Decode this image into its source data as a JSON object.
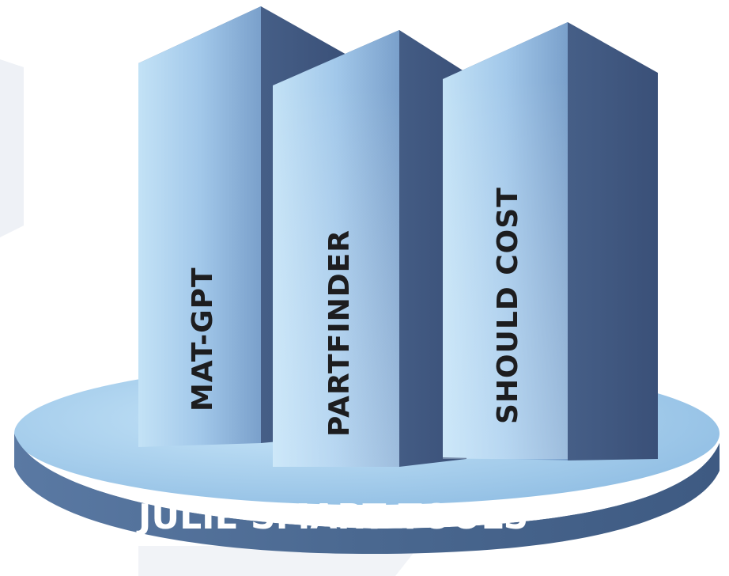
{
  "diagram": {
    "pillars": [
      {
        "id": "mat-gpt",
        "label": "MAT-GPT"
      },
      {
        "id": "partfinder",
        "label": "PARTFINDER"
      },
      {
        "id": "should-cost",
        "label": "SHOULD COST"
      }
    ],
    "base": {
      "label": "JULIE SMART TOOLS"
    },
    "colors": {
      "pillar_front_light": "#b9dcf3",
      "pillar_front_dark": "#7fa6cf",
      "pillar_side": "#4a6690",
      "pillar_side_dark": "#34496c",
      "pillar_top": "#5f7fa9",
      "base_top": "#a8d1ee",
      "base_rim": "#4b6990",
      "background_accent": "#eef1f6",
      "label_text": "#1d1d1f",
      "base_text": "#ffffff"
    }
  }
}
